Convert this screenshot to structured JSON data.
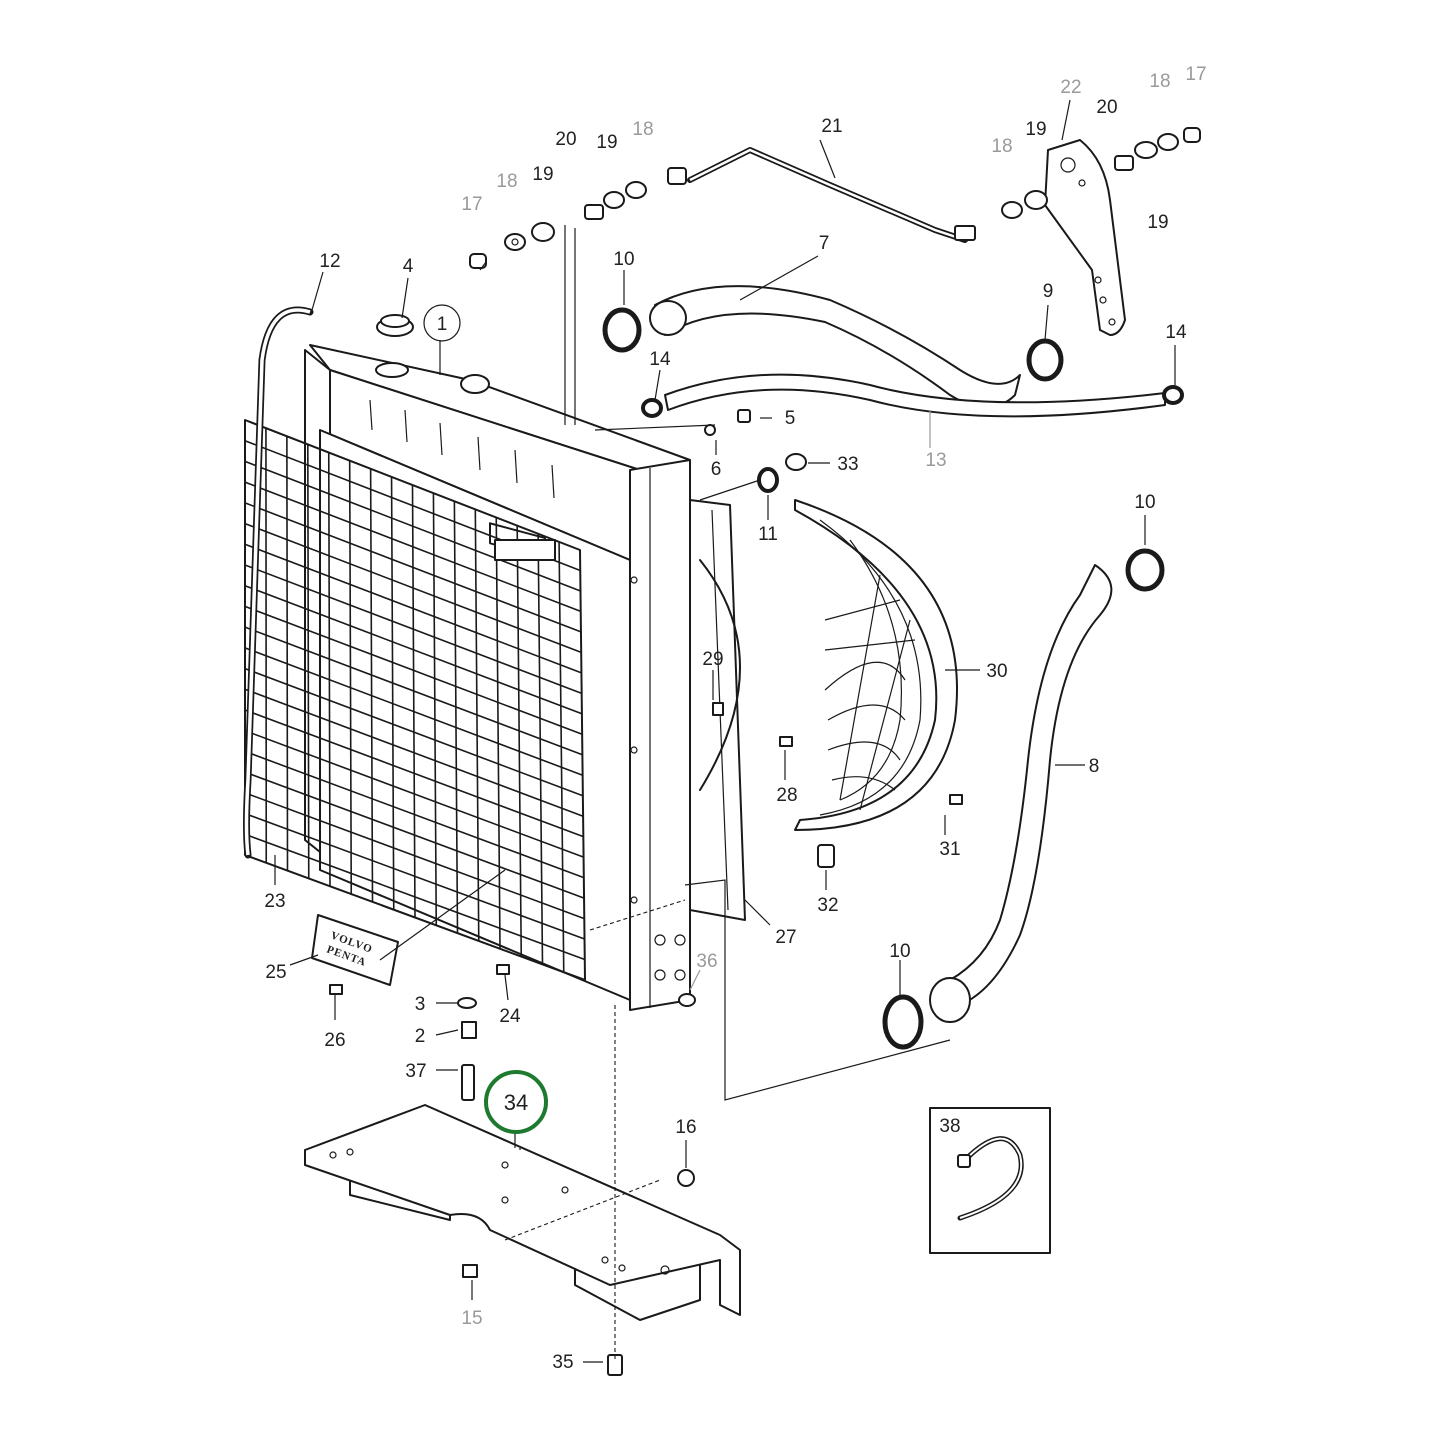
{
  "diagram": {
    "highlight_color": "#1e7a2e",
    "callouts": {
      "c1": "1",
      "c2": "2",
      "c3": "3",
      "c4": "4",
      "c5": "5",
      "c6": "6",
      "c7": "7",
      "c8": "8",
      "c9": "9",
      "c10a": "10",
      "c10b": "10",
      "c10c": "10",
      "c11": "11",
      "c12": "12",
      "c13": "13",
      "c14a": "14",
      "c14b": "14",
      "c15": "15",
      "c16": "16",
      "c17a": "17",
      "c17b": "17",
      "c18a": "18",
      "c18b": "18",
      "c18c": "18",
      "c18d": "18",
      "c19a": "19",
      "c19b": "19",
      "c19c": "19",
      "c19d": "19",
      "c20a": "20",
      "c20b": "20",
      "c21": "21",
      "c22": "22",
      "c23": "23",
      "c24": "24",
      "c25": "25",
      "c26": "26",
      "c27": "27",
      "c28": "28",
      "c29": "29",
      "c30": "30",
      "c31": "31",
      "c32": "32",
      "c33": "33",
      "c34": "34",
      "c35": "35",
      "c36": "36",
      "c37": "37",
      "c38": "38"
    },
    "logo_plate": {
      "line1": "VOLVO",
      "line2": "PENTA"
    }
  }
}
